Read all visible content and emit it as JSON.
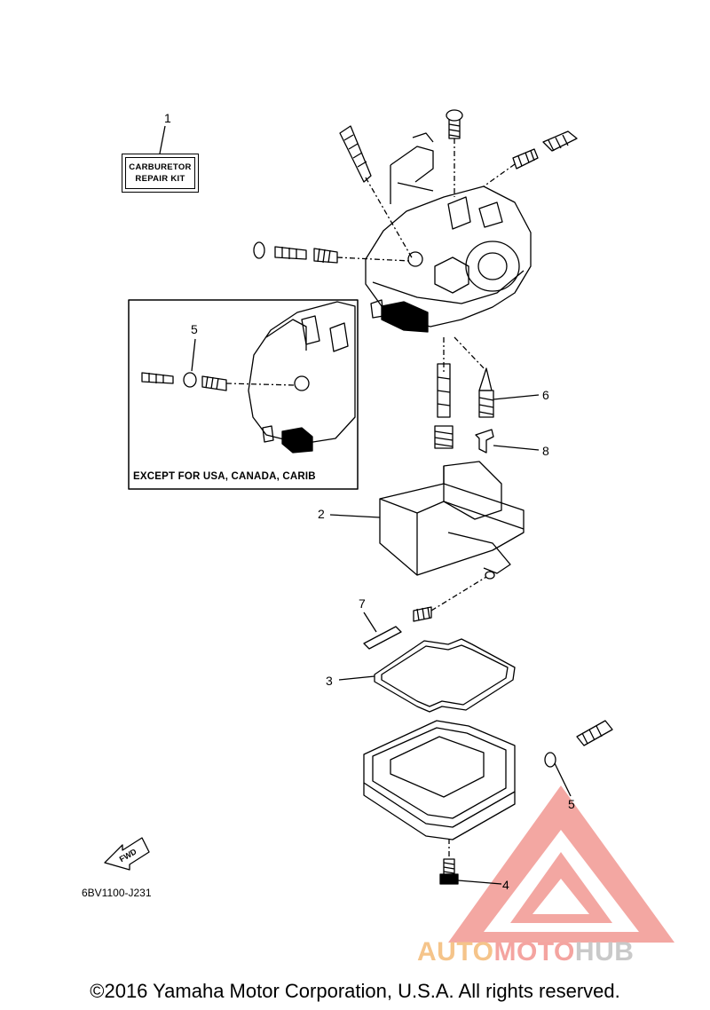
{
  "kit_label": {
    "line1": "CARBURETOR",
    "line2": "REPAIR  KIT"
  },
  "inset_caption": "EXCEPT FOR USA, CANADA, CARIB",
  "callouts": {
    "c1": "1",
    "c2": "2",
    "c3": "3",
    "c4": "4",
    "c5_inset": "5",
    "c5_main": "5",
    "c6": "6",
    "c7": "7",
    "c8": "8"
  },
  "fwd_label": "FWD",
  "diagram_code": "6BV1100-J231",
  "copyright": "©2016 Yamaha Motor Corporation, U.S.A. All rights reserved.",
  "watermark": {
    "part1": "AUTO",
    "part2": "MOTO",
    "part3": "HUB"
  },
  "colors": {
    "line": "#000000",
    "watermark_red": "#f08a84",
    "watermark_orange": "#f5c48a",
    "watermark_gray": "#c9c9c9",
    "callout_red": "#d9534f"
  }
}
